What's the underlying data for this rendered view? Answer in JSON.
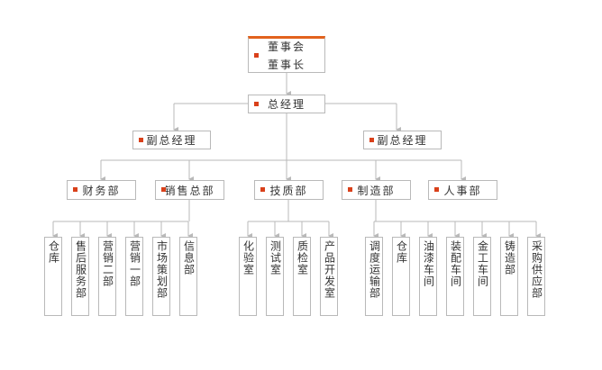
{
  "board": {
    "line1": "董事会",
    "line2": "董事长"
  },
  "gm": "总经理",
  "vp_left": "副总经理",
  "vp_right": "副总经理",
  "departments": [
    "财务部",
    "销售总部",
    "技质部",
    "制造部",
    "人事部"
  ],
  "sales_units": [
    "仓库",
    "售后服务部",
    "营销二部",
    "营销一部",
    "市场策划部",
    "信息部"
  ],
  "quality_units": [
    "化验室",
    "测试室",
    "质检室",
    "产品开发室"
  ],
  "manufacturing_units": [
    "调度运输部",
    "仓库",
    "油漆车间",
    "装配车间",
    "金工车间",
    "铸造部",
    "采购供应部"
  ],
  "colors": {
    "accent": "#e2621d",
    "bullet": "#d9401a",
    "line": "#b9b9b9"
  }
}
